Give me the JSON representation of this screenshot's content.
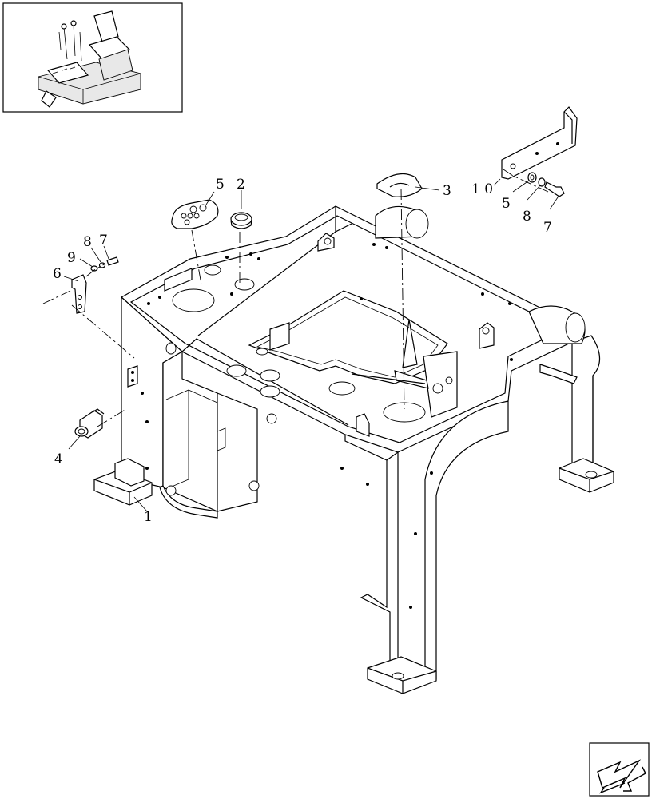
{
  "callouts": {
    "c1": "1",
    "c2": "2",
    "c3": "3",
    "c4": "4",
    "c5_top": "5",
    "c5_right": "5",
    "c6": "6",
    "c7_left": "7",
    "c7_right": "7",
    "c8_left": "8",
    "c8_right": "8",
    "c9": "9",
    "c10": "1 0"
  },
  "icons": {
    "thumbnail": "machine-overview-icon",
    "navigation": "next-page-arrow-icon"
  }
}
